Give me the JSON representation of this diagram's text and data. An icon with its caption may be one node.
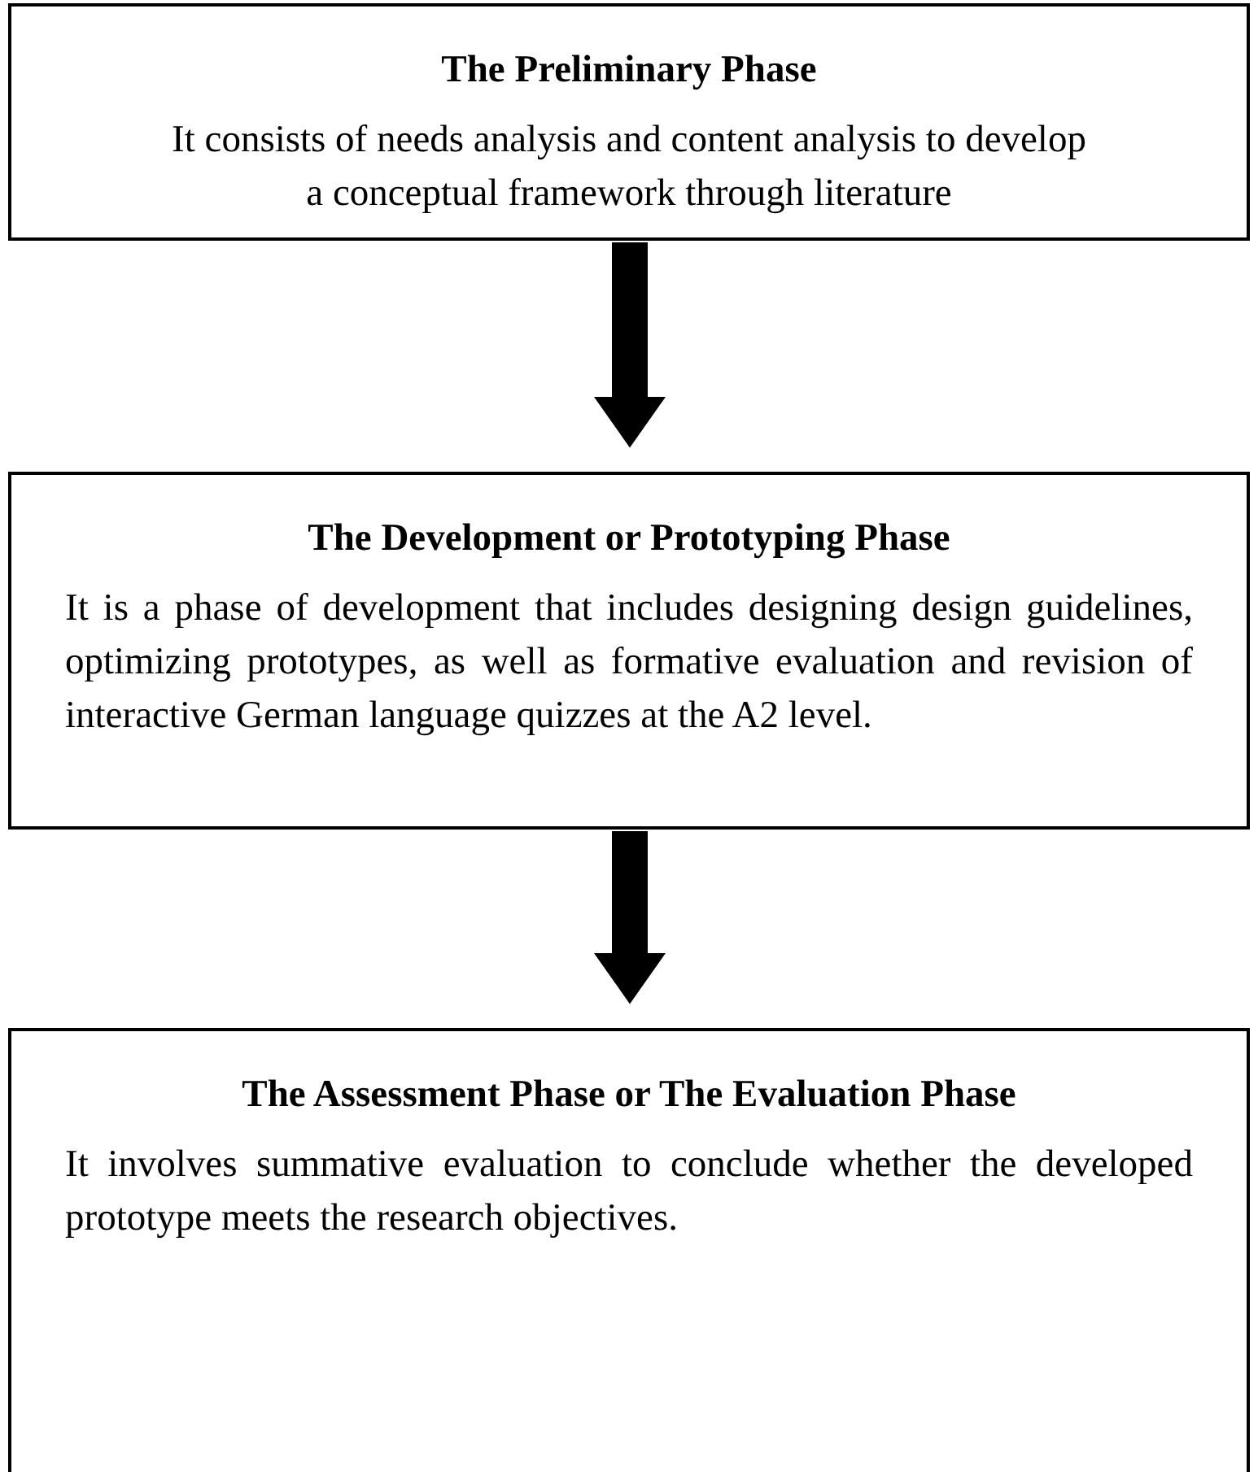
{
  "diagram": {
    "nodes": [
      {
        "text": [
          "The Preliminary Phase",
          "It consists of needs analysis and content analysis to develop a conceptual framework through literature"
        ]
      },
      {
        "text": [
          "The Development or Prototyping Phase",
          "It is a phase of development that includes designing design guidelines, optimizing prototypes, as well as formative evaluation and revision of interactive German language quizzes at the A2 level."
        ]
      },
      {
        "text": [
          "The Assessment Phase or The Evaluation Phase",
          "It involves summative evaluation to conclude whether the developed prototype meets the research objectives."
        ]
      }
    ],
    "edges": [
      {
        "from": 0,
        "to": 1,
        "arrow": "to"
      },
      {
        "from": 1,
        "to": 2,
        "arrow": "to"
      }
    ]
  }
}
